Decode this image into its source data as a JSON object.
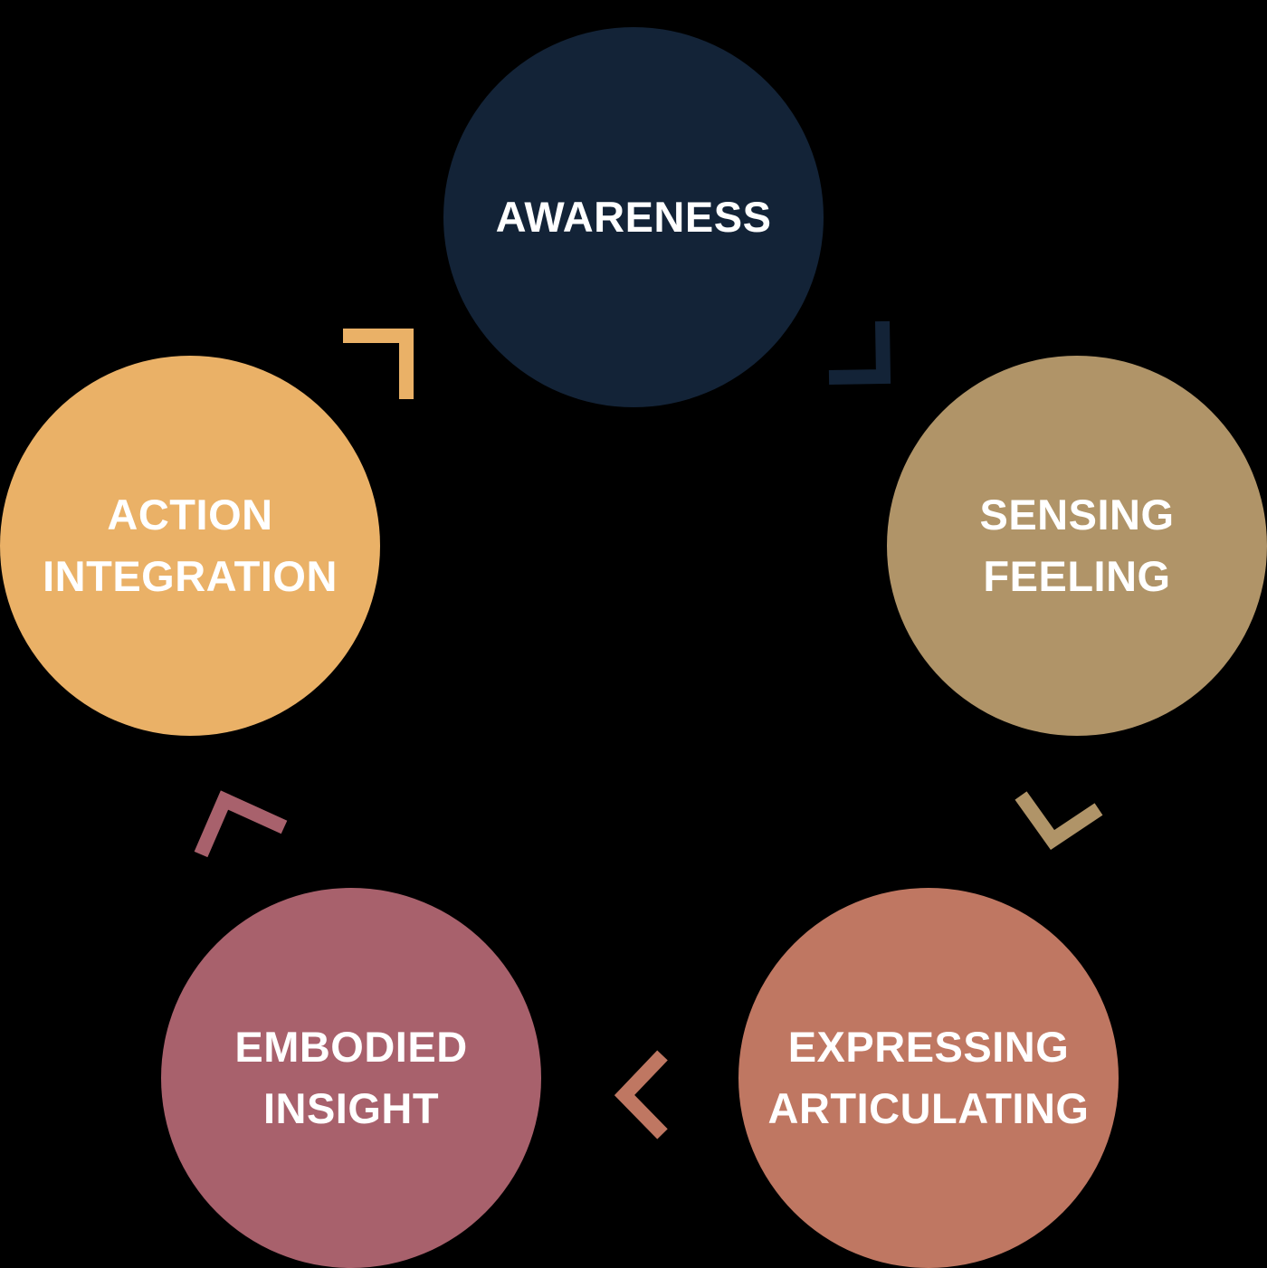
{
  "diagram": {
    "stages": [
      {
        "id": "awareness",
        "lines": [
          "AWARENESS"
        ],
        "color": "#132337"
      },
      {
        "id": "sensing",
        "lines": [
          "SENSING",
          "FEELING"
        ],
        "color": "#B09468"
      },
      {
        "id": "expressing",
        "lines": [
          "EXPRESSING",
          "ARTICULATING"
        ],
        "color": "#BF7762"
      },
      {
        "id": "embodied",
        "lines": [
          "EMBODIED",
          "INSIGHT"
        ],
        "color": "#A8616C"
      },
      {
        "id": "action",
        "lines": [
          "ACTION",
          "INTEGRATION"
        ],
        "color": "#EAB167"
      }
    ],
    "connectors": [
      {
        "from": "awareness",
        "to": "sensing",
        "color": "#132337"
      },
      {
        "from": "sensing",
        "to": "expressing",
        "color": "#B09468"
      },
      {
        "from": "expressing",
        "to": "embodied",
        "color": "#BF7762"
      },
      {
        "from": "embodied",
        "to": "action",
        "color": "#A8616C"
      },
      {
        "from": "action",
        "to": "awareness",
        "color": "#EAB167"
      }
    ]
  }
}
